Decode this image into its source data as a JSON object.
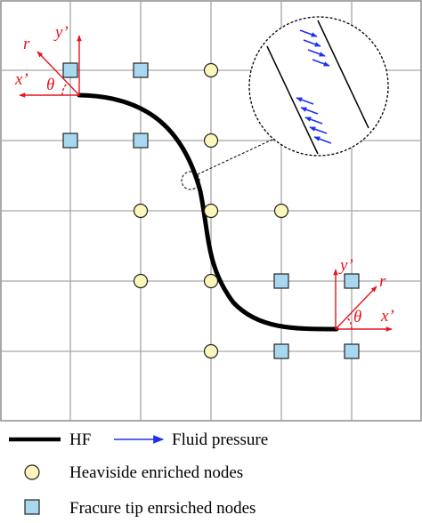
{
  "diagram": {
    "axis_labels": {
      "left": {
        "x": "x’",
        "y": "y’",
        "r": "r",
        "theta": "θ"
      },
      "right": {
        "x": "x’",
        "y": "y’",
        "r": "r",
        "theta": "θ"
      }
    },
    "legend": [
      {
        "key": "hf",
        "label": "HF"
      },
      {
        "key": "fluid",
        "label": "Fluid pressure"
      },
      {
        "key": "heaviside",
        "label": "Heaviside enriched nodes"
      },
      {
        "key": "tip",
        "label": "Fracure tip enrsiched nodes"
      }
    ],
    "colors": {
      "crack": "#000000",
      "axes": "#e8141b",
      "pressure_arrows": "#1f2ff0",
      "heaviside_fill": "#fbf6b9",
      "tip_fill": "#a8d8ef",
      "grid": "#a6a6a6"
    }
  }
}
